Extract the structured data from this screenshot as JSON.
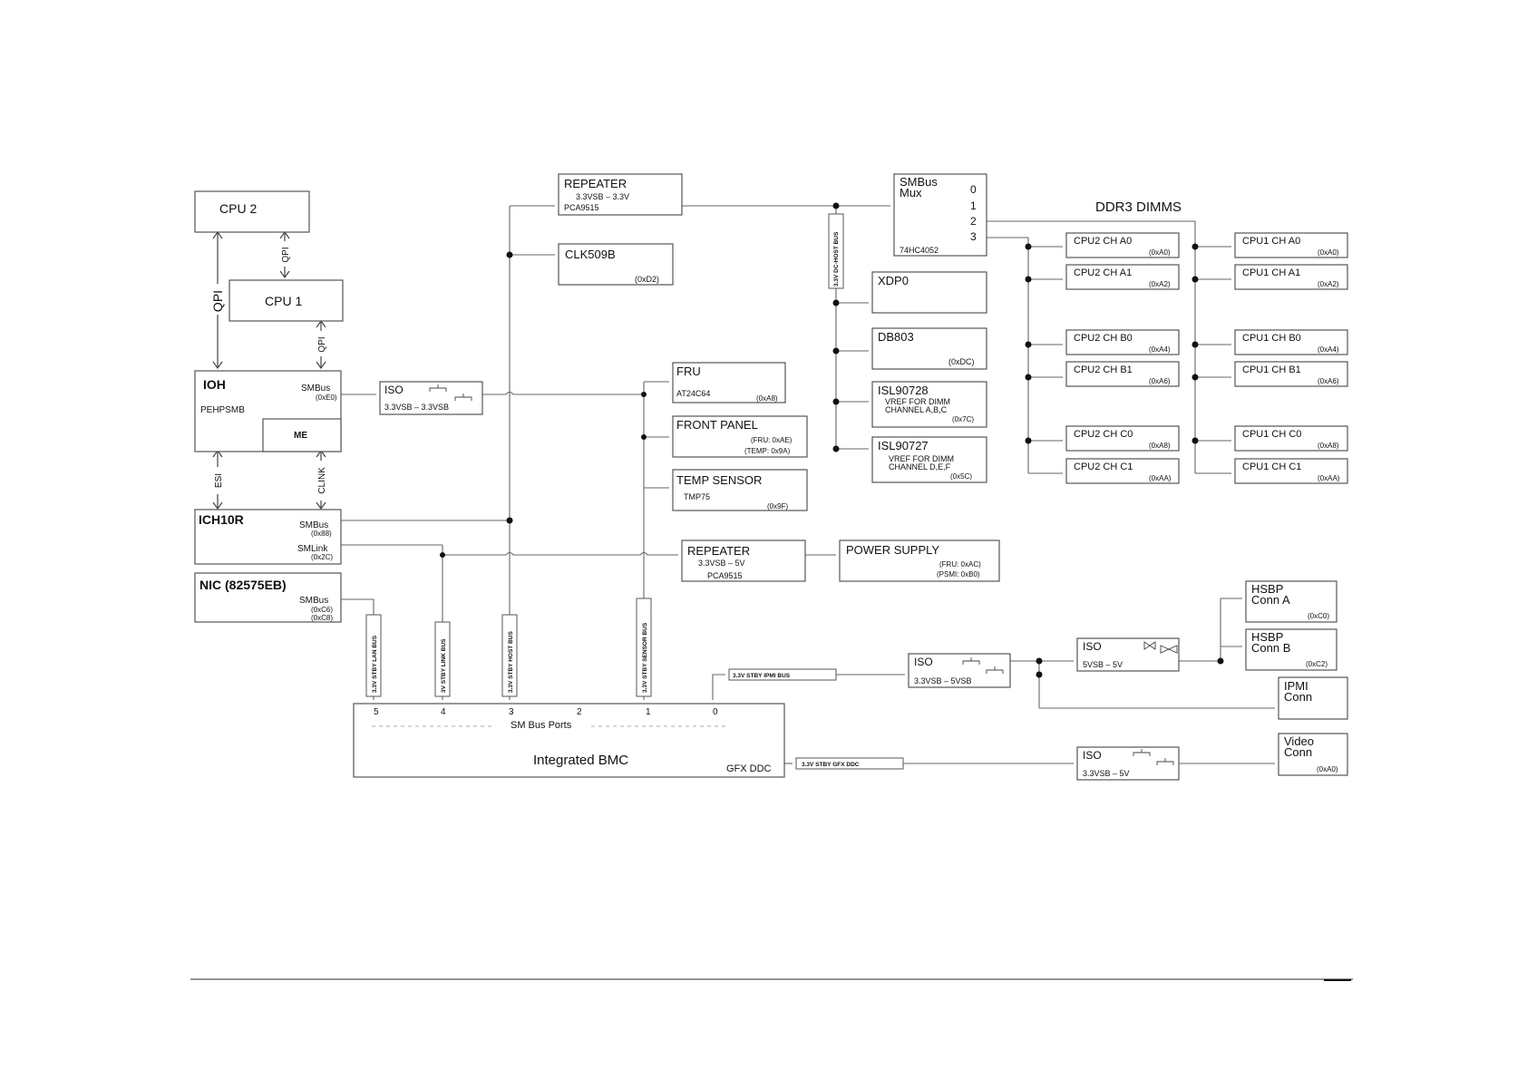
{
  "title": "DDR3 DIMMS",
  "cpu2": "CPU 2",
  "cpu1": "CPU 1",
  "qpi": "QPI",
  "esi": "ESI",
  "clink": "CLINK",
  "ioh": {
    "title": "IOH",
    "sub": "PEHPSMB",
    "smbus": "SMBus",
    "addr": "(0xE0)",
    "me": "ME"
  },
  "ich": {
    "title": "ICH10R",
    "smbus": "SMBus",
    "smbus_addr": "(0x88)",
    "smlink": "SMLink",
    "smlink_addr": "(0x2C)"
  },
  "nic": {
    "title": "NIC (82575EB)",
    "smbus": "SMBus",
    "addr1": "(0xC6)",
    "addr2": "(0xC8)"
  },
  "iso1": {
    "title": "ISO",
    "sub": "3.3VSB – 3.3VSB"
  },
  "repeater1": {
    "title": "REPEATER",
    "sub": "3.3VSB – 3.3V",
    "part": "PCA9515"
  },
  "clk": {
    "title": "CLK509B",
    "addr": "(0xD2)"
  },
  "fru": {
    "title": "FRU",
    "part": "AT24C64",
    "addr": "(0xA8)"
  },
  "front_panel": {
    "title": "FRONT PANEL",
    "a1": "(FRU: 0xAE)",
    "a2": "(TEMP: 0x9A)"
  },
  "temp": {
    "title": "TEMP SENSOR",
    "part": "TMP75",
    "addr": "(0x9F)"
  },
  "repeater2": {
    "title": "REPEATER",
    "sub": "3.3VSB – 5V",
    "part": "PCA9515"
  },
  "psu": {
    "title": "POWER SUPPLY",
    "a1": "(FRU: 0xAC)",
    "a2": "(PSMI: 0xB0)"
  },
  "mux": {
    "title1": "SMBus",
    "title2": "Mux",
    "part": "74HC4052",
    "ports": [
      "0",
      "1",
      "2",
      "3"
    ]
  },
  "xdp": {
    "title": "XDP0"
  },
  "db803": {
    "title": "DB803",
    "addr": "(0xDC)"
  },
  "isl1": {
    "title": "ISL90728",
    "l1": "VREF FOR DIMM",
    "l2": "CHANNEL A,B,C",
    "addr": "(0x7C)"
  },
  "isl2": {
    "title": "ISL90727",
    "l1": "VREF FOR DIMM",
    "l2": "CHANNEL D,E,F",
    "addr": "(0x5C)"
  },
  "cpu2_dimms": [
    {
      "label": "CPU2  CH A0",
      "addr": "(0xA0)"
    },
    {
      "label": "CPU2  CH A1",
      "addr": "(0xA2)"
    },
    {
      "label": "CPU2 CH B0",
      "addr": "(0xA4)"
    },
    {
      "label": "CPU2 CH B1",
      "addr": "(0xA6)"
    },
    {
      "label": "CPU2 CH C0",
      "addr": "(0xA8)"
    },
    {
      "label": "CPU2 CH C1",
      "addr": "(0xAA)"
    }
  ],
  "cpu1_dimms": [
    {
      "label": "CPU1 CH A0",
      "addr": "(0xA0)"
    },
    {
      "label": "CPU1 CH A1",
      "addr": "(0xA2)"
    },
    {
      "label": "CPU1 CH B0",
      "addr": "(0xA4)"
    },
    {
      "label": "CPU1 CH B1",
      "addr": "(0xA6)"
    },
    {
      "label": "CPU1 CH C0",
      "addr": "(0xA8)"
    },
    {
      "label": "CPU1 CH C1",
      "addr": "(0xAA)"
    }
  ],
  "buses": {
    "lan": "3.3V STBY LAN BUS",
    "link": "3V STBY LINK BUS",
    "host": "3.3V STBY HOST BUS",
    "sensor": "3.3V STBY SENSOR BUS",
    "dc_host": "3.3V DC-HOST BUS",
    "ipmi": "3.3V STBY IPMI BUS",
    "gfx": "3.3V STBY GFX DDC"
  },
  "bmc": {
    "title": "Integrated BMC",
    "ports_label": "SM Bus Ports",
    "ports": [
      "5",
      "4",
      "3",
      "2",
      "1",
      "0"
    ],
    "gfx": "GFX DDC"
  },
  "iso2": {
    "title": "ISO",
    "sub": "3.3VSB – 5VSB"
  },
  "iso3": {
    "title": "ISO",
    "sub": "5VSB – 5V"
  },
  "iso4": {
    "title": "ISO",
    "sub": "3.3VSB – 5V"
  },
  "hsbp_a": {
    "l1": "HSBP",
    "l2": "Conn A",
    "addr": "(0xC0)"
  },
  "hsbp_b": {
    "l1": "HSBP",
    "l2": "Conn B",
    "addr": "(0xC2)"
  },
  "ipmi": {
    "l1": "IPMI",
    "l2": "Conn"
  },
  "video": {
    "l1": "Video",
    "l2": "Conn",
    "addr": "(0xA0)"
  }
}
